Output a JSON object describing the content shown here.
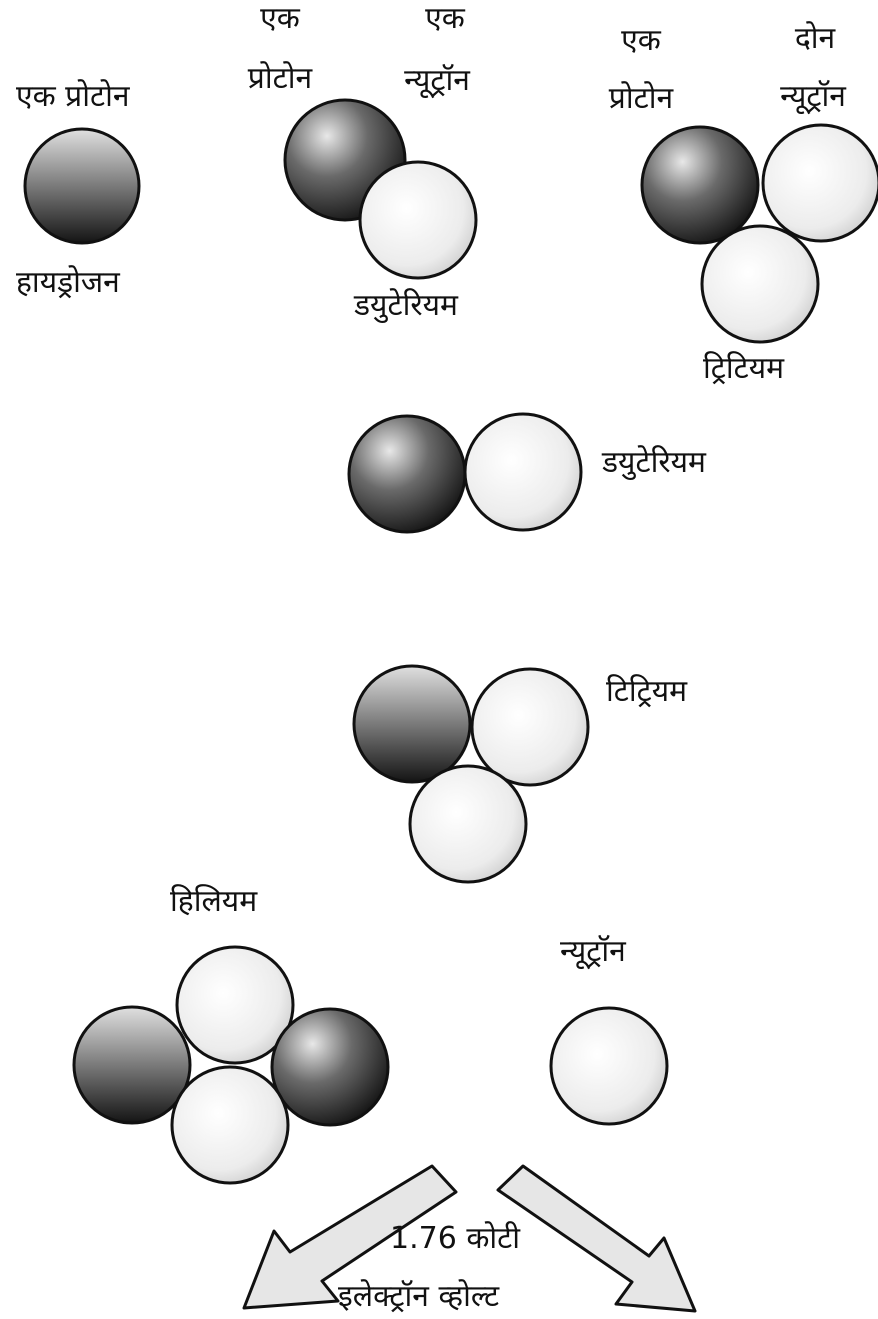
{
  "hydrogen": {
    "top_label": "एक प्रोटोन",
    "name": "हायड्रोजन"
  },
  "deuterium_top": {
    "proton_label_1": "एक",
    "proton_label_2": "प्रोटोन",
    "neutron_label_1": "एक",
    "neutron_label_2": "न्यूट्रॉन",
    "name": "डयुटेरियम"
  },
  "tritium_top": {
    "proton_label_1": "एक",
    "proton_label_2": "प्रोटोन",
    "neutron_label_1": "दोन",
    "neutron_label_2": "न्यूट्रॉन",
    "name": "ट्रिटियम"
  },
  "deuterium_mid": {
    "name": "डयुटेरियम"
  },
  "tritium_mid": {
    "name": "टिट्रियम"
  },
  "helium": {
    "name": "हिलियम"
  },
  "neutron": {
    "name": "न्यूट्रॉन"
  },
  "energy": {
    "value": "1.76 कोटी",
    "unit": "इलेक्ट्रॉन व्होल्ट"
  },
  "colors": {
    "proton": "#1c1c1c",
    "neutron": "#f2f2f2",
    "stroke": "#111111",
    "arrow": "#e6e6e6"
  }
}
